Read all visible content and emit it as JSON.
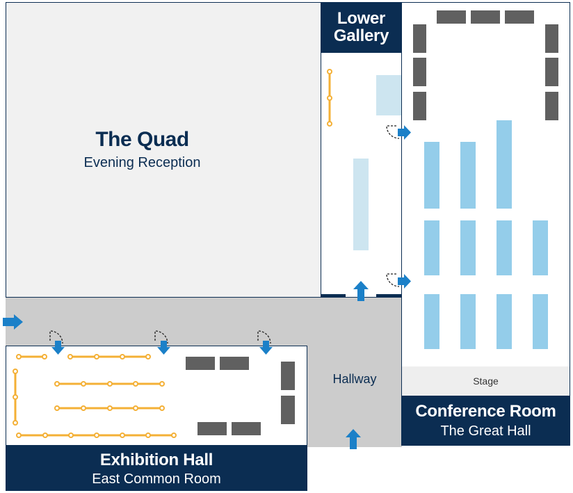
{
  "colors": {
    "navy": "#0b2d52",
    "quad_fill": "#f1f1f1",
    "hallway_fill": "#cccccc",
    "stage_fill": "#eeeeee",
    "table_dark": "#606060",
    "seating_blue": "#94cdea",
    "seating_light": "#cde5f0",
    "rope_orange": "#f4b036",
    "arrow_blue": "#1b80c8"
  },
  "rooms": {
    "quad": {
      "name": "The Quad",
      "event": "Evening Reception"
    },
    "lower_gallery": {
      "name_line1": "Lower",
      "name_line2": "Gallery"
    },
    "conference": {
      "name": "Conference Room",
      "event": "The Great Hall",
      "stage_label": "Stage"
    },
    "exhibition": {
      "name": "Exhibition Hall",
      "event": "East Common Room"
    },
    "hallway": {
      "name": "Hallway"
    }
  },
  "icons": [
    "entry-arrow-icon",
    "door-swing-icon",
    "stanchion-rope-icon",
    "table-icon",
    "seating-row-icon"
  ]
}
